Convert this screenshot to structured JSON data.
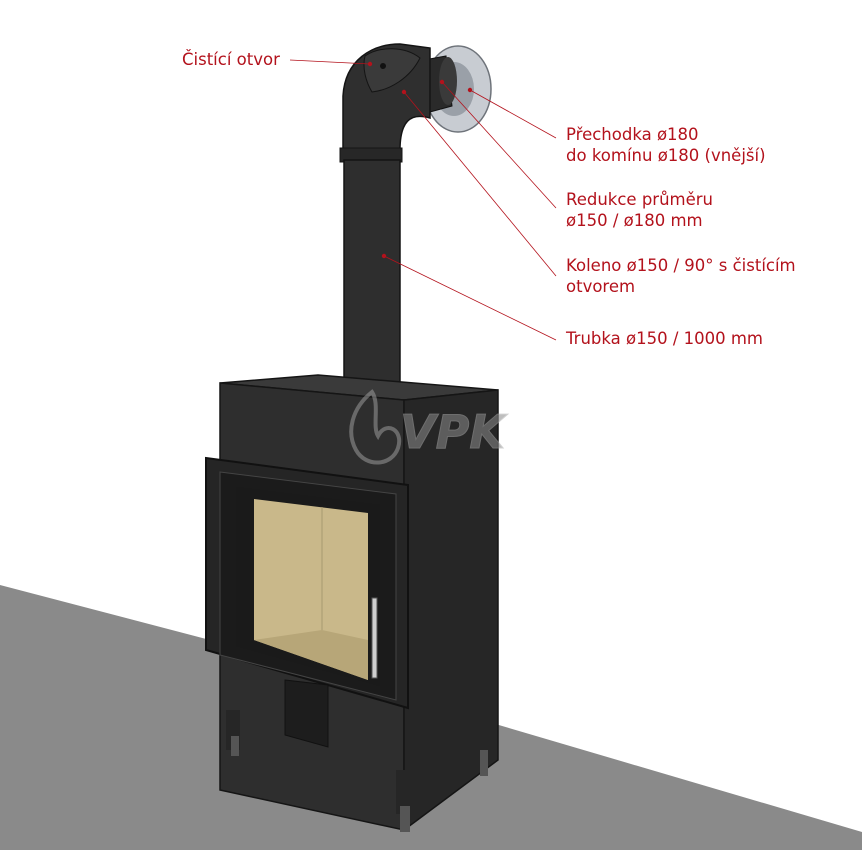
{
  "labels": {
    "cleaning_opening": "Čistící otvor",
    "transition": [
      "Přechodka ø180",
      "do komínu ø180 (vnější)"
    ],
    "reducer": [
      "Redukce průměru",
      "ø150 / ø180 mm"
    ],
    "elbow": [
      "Koleno ø150 / 90° s čistícím",
      "otvorem"
    ],
    "pipe": "Trubka ø150 / 1000 mm"
  },
  "watermark": "VPK",
  "colors": {
    "label": "#b3121c",
    "leader": "#b3121c",
    "floor": "#8a8a8a",
    "stove": "#2e2e2e",
    "stove_dark": "#1c1c1c",
    "firebox": "#c9b88a",
    "flange": "#c8ccd2"
  }
}
